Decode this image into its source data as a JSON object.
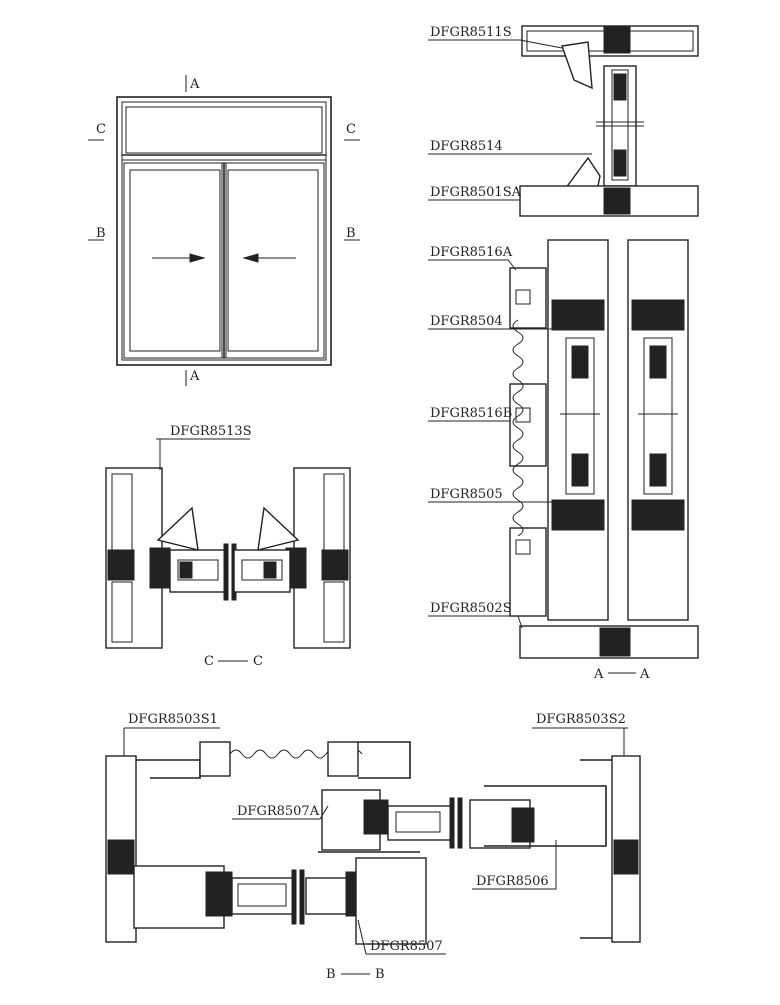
{
  "elevation": {
    "marker_top": "A",
    "marker_bottom": "A",
    "marker_left_c": "C",
    "marker_right_c": "C",
    "marker_left_b": "B",
    "marker_right_b": "B"
  },
  "section_aa": {
    "labels": [
      "DFGR8511S",
      "DFGR8514",
      "DFGR8501SA",
      "DFGR8516A",
      "DFGR8504",
      "DFGR8516B",
      "DFGR8505",
      "DFGR8502S"
    ],
    "caption_left": "A",
    "caption_right": "A"
  },
  "section_cc": {
    "label": "DFGR8513S",
    "caption_left": "C",
    "caption_right": "C"
  },
  "section_bb": {
    "labels": [
      "DFGR8503S1",
      "DFGR8503S2",
      "DFGR8507A",
      "DFGR8506",
      "DFGR8507"
    ],
    "caption_left": "B",
    "caption_right": "B"
  },
  "colors": {
    "line": "#222222",
    "background": "#ffffff"
  }
}
